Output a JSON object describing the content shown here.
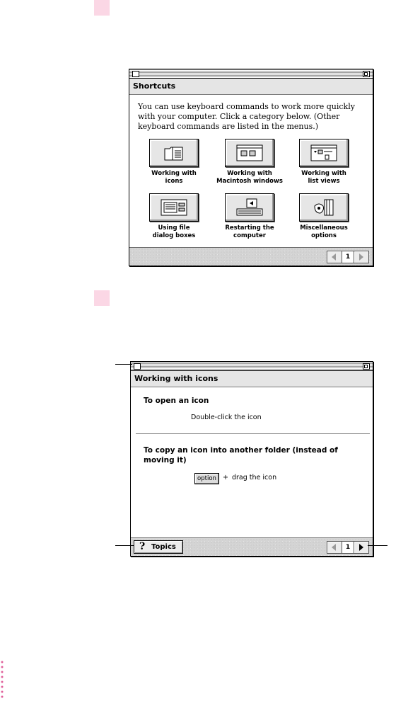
{
  "window1": {
    "title": "Shortcuts",
    "intro": "You can use keyboard commands to work more quickly with your computer. Click a category below. (Other keyboard commands are listed in the menus.)",
    "categories": [
      {
        "label1": "Working with",
        "label2": "icons",
        "icon": "folder-document-icon"
      },
      {
        "label1": "Working with",
        "label2": "Macintosh windows",
        "icon": "window-icon"
      },
      {
        "label1": "Working with",
        "label2": "list views",
        "icon": "list-view-icon"
      },
      {
        "label1": "Using file",
        "label2": "dialog boxes",
        "icon": "file-dialog-icon"
      },
      {
        "label1": "Restarting the",
        "label2": "computer",
        "icon": "computer-icon"
      },
      {
        "label1": "Miscellaneous",
        "label2": "options",
        "icon": "misc-options-icon"
      }
    ],
    "page": "1"
  },
  "window2": {
    "title": "Working with icons",
    "open_heading": "To open an icon",
    "open_text": "Double-click the icon",
    "copy_heading_1": "To copy an icon into another folder (instead of",
    "copy_heading_2": "moving it)",
    "option_key": "option",
    "plus": "+",
    "copy_text": "drag the icon",
    "topics_label": "Topics",
    "topics_glyph": "?",
    "page": "1"
  },
  "colors": {
    "step_marker": "#fbd7e5",
    "header_bg": "#e5e5e5"
  }
}
